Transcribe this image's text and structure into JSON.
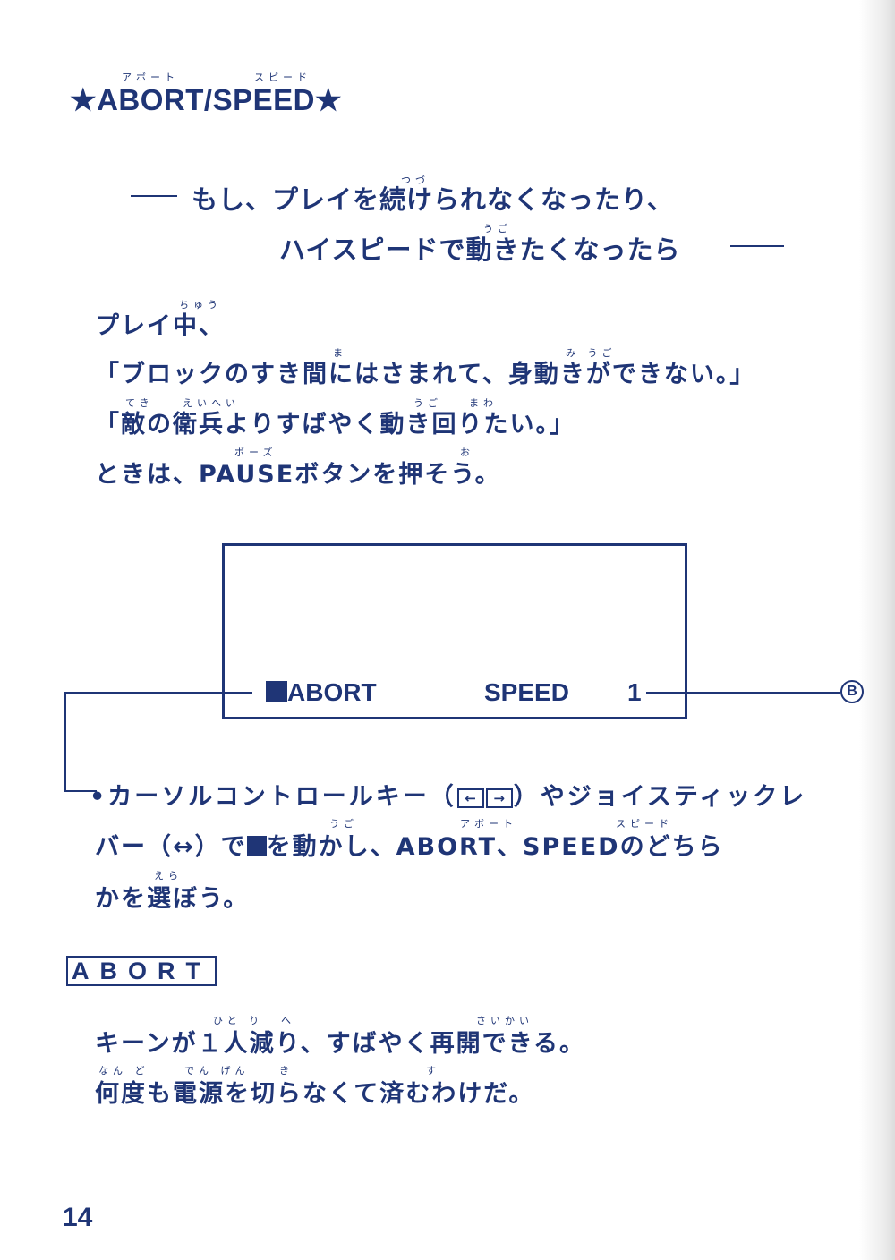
{
  "header": {
    "ruby_abort": "アボート",
    "ruby_speed": "スピード",
    "title": "★ABORT/SPEED★"
  },
  "intro": {
    "line1": "もし、プレイを続けられなくなったり、",
    "line1_ruby": "つづ",
    "line2": "ハイスピードで動きたくなったら",
    "line2_ruby": "うご"
  },
  "paragraph": {
    "line1": "プレイ中、",
    "line1_ruby": "ちゅう",
    "line2": "「ブロックのすき間にはさまれて、身動きができない。」",
    "line2_ruby_ma": "ま",
    "line2_ruby_migo": "み うご",
    "line3": "「敵の衛兵よりすばやく動き回りたい。」",
    "line3_ruby_teki": "てき",
    "line3_ruby_eihei": "えいへい",
    "line3_ruby_ugo": "うご",
    "line3_ruby_mawa": "まわ",
    "line4": "ときは、PAUSEボタンを押そう。",
    "line4_ruby_pause": "ポーズ",
    "line4_ruby_o": "お"
  },
  "screen": {
    "abort_label": "ABORT",
    "speed_label": "SPEED",
    "speed_value": "1"
  },
  "callout": {
    "b_label": "B"
  },
  "instruction": {
    "line1_a": "•カーソルコントロールキー（",
    "key_left": "←",
    "key_right": "→",
    "line1_b": "）やジョイスティックレ",
    "line2_a": "バー（↔）で",
    "line2_b": "を動かし、ABORT、SPEEDのどちら",
    "line2_ruby_ugo": "うご",
    "line2_ruby_abort": "アボート",
    "line2_ruby_speed": "スピード",
    "line3": "かを選ぼう。",
    "line3_ruby": "えら"
  },
  "abort_section": {
    "label": "ABORT",
    "line1": "キーンが１人減り、すばやく再開できる。",
    "line1_ruby_hitori": "ひと り",
    "line1_ruby_he": "へ",
    "line1_ruby_saikai": "さいかい",
    "line2": "何度も電源を切らなくて済むわけだ。",
    "line2_ruby_nando": "なん ど",
    "line2_ruby_dengen": "でん げん",
    "line2_ruby_ki": "き",
    "line2_ruby_su": "す"
  },
  "page_number": "14",
  "colors": {
    "ink": "#1f3576",
    "paper": "#ffffff"
  }
}
